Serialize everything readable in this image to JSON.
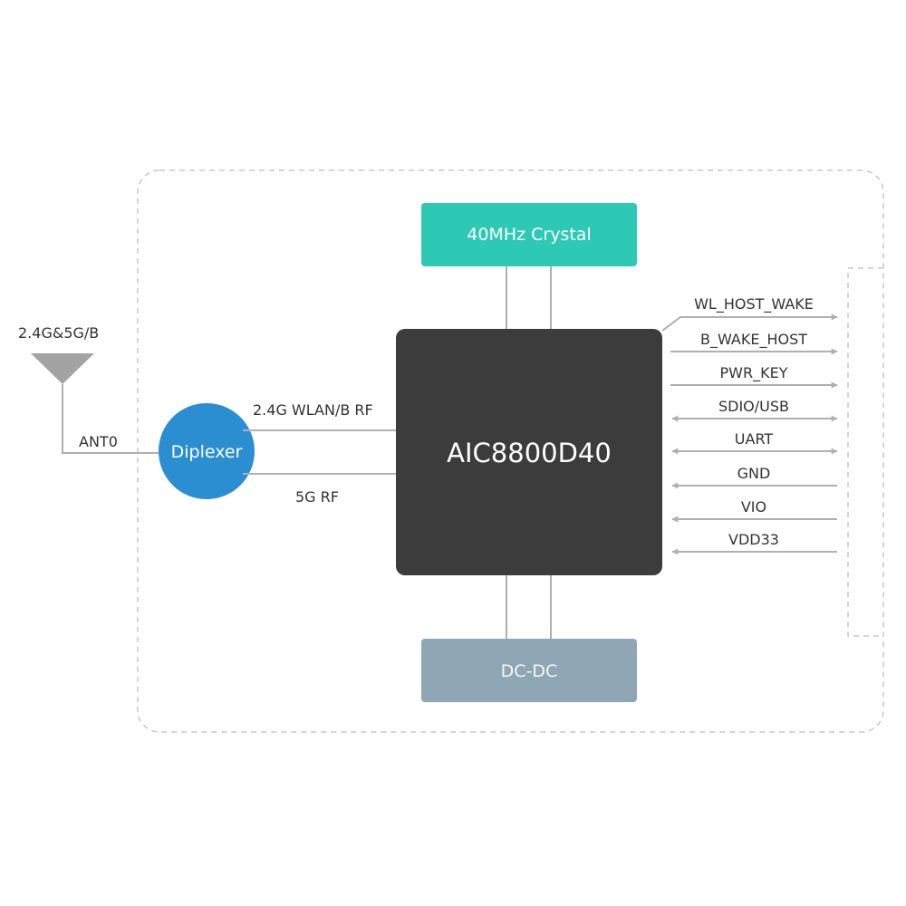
{
  "antenna": {
    "band_label": "2.4G&5G/B",
    "port_label": "ANT0"
  },
  "diplexer": {
    "label": "Diplexer"
  },
  "rf_links": {
    "wlan_label": "2.4G WLAN/B RF",
    "five_g_label": "5G RF"
  },
  "crystal": {
    "label": "40MHz Crystal"
  },
  "chip": {
    "label": "AIC8800D40"
  },
  "dcdc": {
    "label": "DC-DC"
  },
  "signals": [
    {
      "label": "WL_HOST_WAKE",
      "direction": "out"
    },
    {
      "label": "B_WAKE_HOST",
      "direction": "out"
    },
    {
      "label": "PWR_KEY",
      "direction": "out"
    },
    {
      "label": "SDIO/USB",
      "direction": "bidirectional"
    },
    {
      "label": "UART",
      "direction": "bidirectional"
    },
    {
      "label": "GND",
      "direction": "in"
    },
    {
      "label": "VIO",
      "direction": "in"
    },
    {
      "label": "VDD33",
      "direction": "in"
    }
  ],
  "colors": {
    "crystal": "#2ec9b4",
    "chip": "#3c3c3c",
    "diplexer": "#2b8ed0",
    "dcdc": "#8fa6b5",
    "antenna": "#a3a3a3",
    "line": "#b0b0b0",
    "dashed": "#c8c8c8"
  }
}
